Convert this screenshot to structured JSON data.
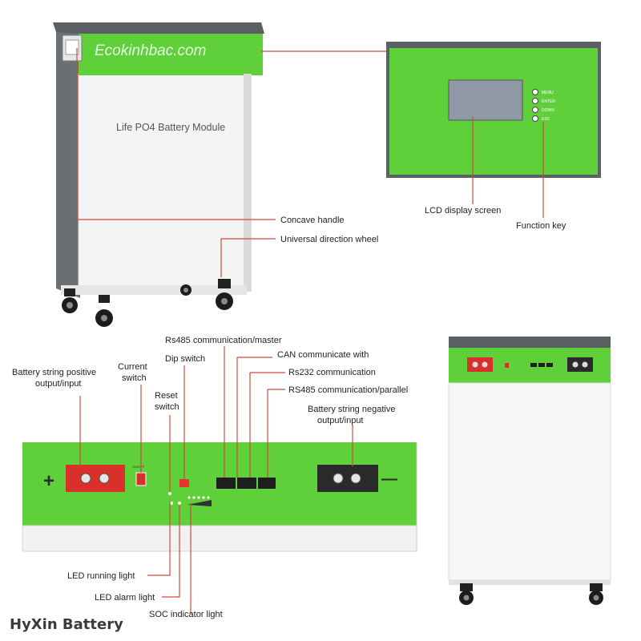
{
  "watermark": "Ecokinhbac.com",
  "brand": "HyXin Battery",
  "module_title": "Life PO4 Battery Module",
  "labels": {
    "concave_handle": "Concave handle",
    "universal_wheel": "Universal direction wheel",
    "lcd_screen": "LCD display screen",
    "function_key": "Function key",
    "rs485_master": "Rs485 communication/master",
    "can": "CAN communicate with",
    "rs232": "Rs232 communication",
    "rs485_parallel": "RS485 communication/parallel",
    "neg_line1": "Battery string negative",
    "neg_line2": "output/input",
    "dip_switch": "Dip switch",
    "current_line1": "Current",
    "current_line2": "switch",
    "reset_line1": "Reset",
    "reset_line2": "switch",
    "pos_line1": "Battery string positive",
    "pos_line2": "output/input",
    "led_running": "LED running light",
    "led_alarm": "LED alarm light",
    "soc_light": "SOC indicator light"
  },
  "function_keys": [
    "MENU",
    "ENTER",
    "DOWN",
    "ESC"
  ],
  "panel_marks": {
    "plus": "+",
    "minus": "—",
    "on_off": "ON/OFF"
  },
  "colors": {
    "green": "#5fcf3a",
    "dark_grey": "#5b6064",
    "callout": "#d04a3a",
    "terminal_red": "#d9302c",
    "terminal_black": "#2a2a2a"
  }
}
